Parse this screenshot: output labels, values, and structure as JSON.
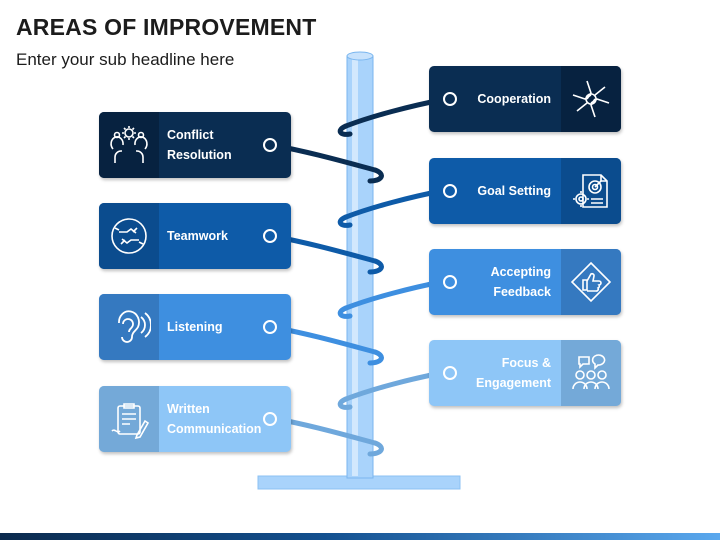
{
  "header": {
    "title": "AREAS OF IMPROVEMENT",
    "subtitle": "Enter your sub headline here"
  },
  "left_items": [
    {
      "label": "Conflict Resolution",
      "icon": "conflict-resolution-icon",
      "color": "#0a2d52",
      "icon_bg": "#072240"
    },
    {
      "label": "Teamwork",
      "icon": "teamwork-icon",
      "color": "#0e5ba8",
      "icon_bg": "#0b4c8e"
    },
    {
      "label": "Listening",
      "icon": "listening-ear-icon",
      "color": "#3e8fe0",
      "icon_bg": "#3579c0"
    },
    {
      "label": "Written Communication",
      "icon": "written-communication-icon",
      "color": "#8ec6f7",
      "icon_bg": "#74a9d8"
    }
  ],
  "right_items": [
    {
      "label": "Cooperation",
      "icon": "cooperation-hands-icon",
      "color": "#0a2d52",
      "icon_bg": "#072240"
    },
    {
      "label": "Goal Setting",
      "icon": "goal-setting-icon",
      "color": "#0e5ba8",
      "icon_bg": "#0b4c8e"
    },
    {
      "label": "Accepting Feedback",
      "icon": "feedback-thumbs-up-icon",
      "color": "#3e8fe0",
      "icon_bg": "#3579c0"
    },
    {
      "label": "Focus & Engagement",
      "icon": "focus-engagement-icon",
      "color": "#8ec6f7",
      "icon_bg": "#74a9d8"
    }
  ],
  "colors": {
    "pole": "#a9d3fb",
    "pole_edge": "#7ab6ef",
    "footer_dark": "#0b2a4d",
    "footer_light": "#5aa8ee"
  }
}
